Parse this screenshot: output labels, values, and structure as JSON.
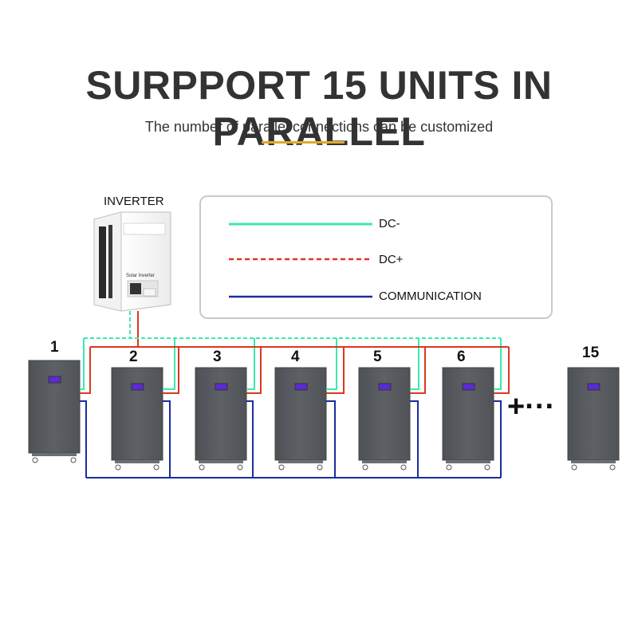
{
  "header": {
    "title": "SURPPORT 15 UNITS IN PARALLEL",
    "subtitle": "The number of parallel connections can be customized"
  },
  "inverter": {
    "label": "INVERTER",
    "panel_text": "Solar Inverter"
  },
  "legend": {
    "items": [
      {
        "label": "DC-",
        "color": "#3de8b0",
        "style": "solid"
      },
      {
        "label": "DC+",
        "color": "#d9381e",
        "style": "dashed"
      },
      {
        "label": "COMMUNICATION",
        "color": "#1a2d9e",
        "style": "solid"
      }
    ]
  },
  "units": {
    "labels": [
      "1",
      "2",
      "3",
      "4",
      "5",
      "6",
      "15"
    ],
    "continuation": "+···",
    "battery_color": "#5a5d61",
    "screen_color": "#5b2bd6"
  },
  "colors": {
    "dc_minus": "#3de8b0",
    "dc_plus": "#d9381e",
    "communication": "#1a2d9e",
    "accent": "#e0a92a"
  }
}
